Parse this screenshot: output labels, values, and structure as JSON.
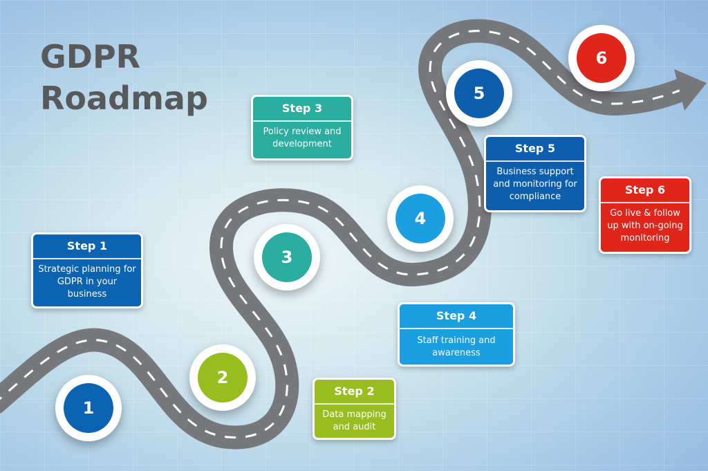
{
  "title_line1": "GDPR",
  "title_line2": "Roadmap",
  "colors": {
    "step1": "#0b63b1",
    "step2": "#97be1e",
    "step3": "#2bada0",
    "step4": "#1b9fe0",
    "step5": "#0d5fae",
    "step6": "#e0251b",
    "road": "#77787b"
  },
  "markers": [
    "1",
    "2",
    "3",
    "4",
    "5",
    "6"
  ],
  "steps": [
    {
      "title": "Step 1",
      "desc": "Strategic planning for GDPR in your business"
    },
    {
      "title": "Step 2",
      "desc": "Data mapping and audit"
    },
    {
      "title": "Step 3",
      "desc": "Policy review and development"
    },
    {
      "title": "Step 4",
      "desc": "Staff training and awareness"
    },
    {
      "title": "Step 5",
      "desc": "Business support and monitoring for compliance"
    },
    {
      "title": "Step 6",
      "desc": "Go live & follow up with on-going monitoring"
    }
  ]
}
